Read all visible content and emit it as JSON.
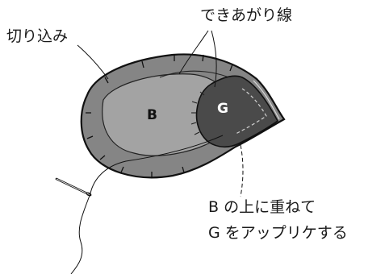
{
  "labels": {
    "cut_notches": "切り込み",
    "seam_line": "できあがり線",
    "instruction_line1": "B の上に重ねて",
    "instruction_line2": "G をアップリケする"
  },
  "pieces": {
    "piece_b": "B",
    "piece_g": "G"
  },
  "colors": {
    "outer_piece_fill": "#858585",
    "inner_piece_b_fill": "#a3a3a3",
    "applique_g_fill": "#4a4a4a",
    "outline": "#111111",
    "text": "#1a1a1a"
  }
}
